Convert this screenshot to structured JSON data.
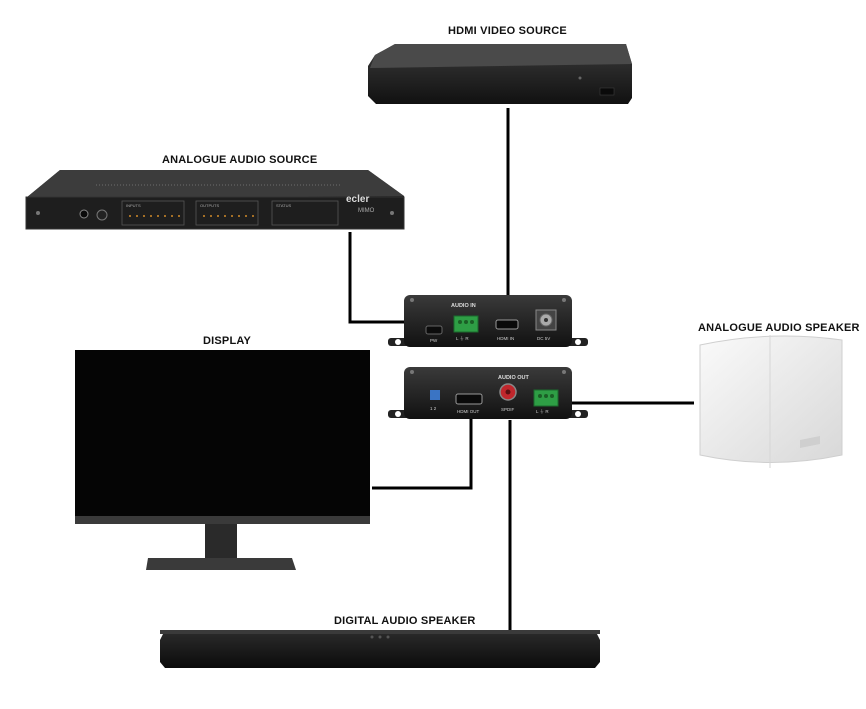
{
  "labels": {
    "hdmi_source": "HDMI VIDEO SOURCE",
    "analogue_source": "ANALOGUE AUDIO SOURCE",
    "display": "DISPLAY",
    "analogue_speaker": "ANALOGUE AUDIO SPEAKER",
    "digital_speaker": "DIGITAL AUDIO SPEAKER"
  },
  "transmitter": {
    "audio_in": "AUDIO IN",
    "pw": "PW",
    "lr": "L ⏚ R",
    "hdmi_in": "HDMI IN",
    "dc": "DC 5V"
  },
  "receiver": {
    "audio_out": "AUDIO OUT",
    "hdmi_out": "HDMI OUT",
    "spdif": "SPDIF",
    "lr": "L ⏚ R",
    "switch": "1 2"
  },
  "mixer": {
    "brand": "ecler",
    "model": "MIMO",
    "inputs": "INPUTS",
    "outputs": "OUTPUTS",
    "status": "STATUS"
  },
  "colors": {
    "cable": "#000000",
    "device_dark": "#1c1c1c",
    "speaker_white": "#eeeeee",
    "spdif_red": "#c0262c",
    "terminal_green": "#2e9e45"
  }
}
